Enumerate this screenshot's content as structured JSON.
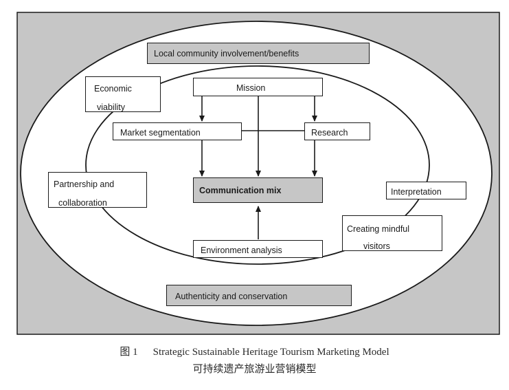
{
  "diagram": {
    "outer_ring_label": "Local community involvement/benefits",
    "bottom_ring_label": "Authenticity and conservation",
    "economic": "Economic",
    "viability": "viability",
    "partnership": "Partnership and",
    "collaboration": "collaboration",
    "mission": "Mission",
    "market_segmentation": "Market segmentation",
    "research": "Research",
    "communication_mix": "Communication mix",
    "environment_analysis": "Environment analysis",
    "interpretation": "Interpretation",
    "creating_mindful": "Creating mindful",
    "visitors": "visitors"
  },
  "caption": {
    "figure_label": "图 1",
    "english": "Strategic Sustainable Heritage Tourism Marketing Model",
    "chinese": "可持续遗产旅游业营销模型"
  },
  "colors": {
    "background_panel": "#c6c6c6",
    "ellipse_fill": "#ffffff",
    "stroke": "#1a1a1a"
  }
}
